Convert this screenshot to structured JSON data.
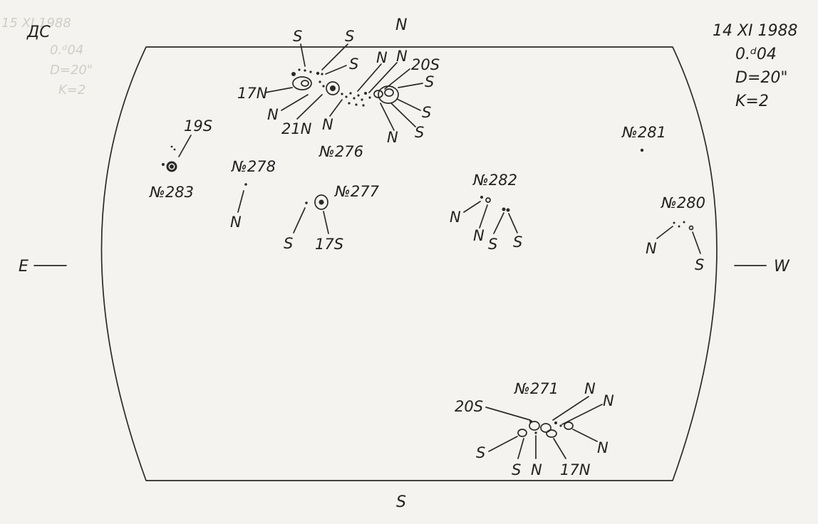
{
  "header": {
    "code": "ДС",
    "date": "14 XI 1988",
    "time": "0.ᵈ04",
    "diameter": "D=20\"",
    "k": "K=2"
  },
  "compass": {
    "north": "N",
    "south": "S",
    "east": "E",
    "west": "W"
  },
  "groups": {
    "g276": {
      "number": "№276",
      "labels": [
        "S",
        "S",
        "S",
        "17N",
        "N",
        "21N",
        "N",
        "N",
        "N",
        "20S",
        "S",
        "S",
        "N",
        "S"
      ]
    },
    "g283": {
      "number": "№283",
      "labels": [
        "19S"
      ]
    },
    "g278": {
      "number": "№278",
      "labels": [
        "N"
      ]
    },
    "g277": {
      "number": "№277",
      "labels": [
        "S",
        "17S"
      ]
    },
    "g282": {
      "number": "№282",
      "labels": [
        "N",
        "N",
        "S",
        "S"
      ]
    },
    "g281": {
      "number": "№281"
    },
    "g280": {
      "number": "№280",
      "labels": [
        "N",
        "S"
      ]
    },
    "g271": {
      "number": "№271",
      "labels": [
        "20S",
        "N",
        "N",
        "S",
        "S",
        "N",
        "17N",
        "N"
      ]
    }
  },
  "bleed_through": [
    "15 XI 1988",
    "0.ᵈ04",
    "D=20\"",
    "K=2"
  ],
  "colors": {
    "ink": "#2a2a2a",
    "paper": "#f4f3ef",
    "ghost": "#cfcdc6"
  }
}
